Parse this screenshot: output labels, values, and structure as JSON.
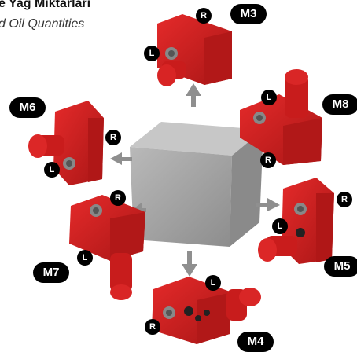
{
  "header": {
    "title": "e Yağ Miktarları",
    "subtitle": "d Oil Quantities"
  },
  "positions": [
    {
      "id": "M3",
      "label": "M3"
    },
    {
      "id": "M8",
      "label": "M8"
    },
    {
      "id": "M6",
      "label": "M6"
    },
    {
      "id": "M5",
      "label": "M5"
    },
    {
      "id": "M7",
      "label": "M7"
    },
    {
      "id": "M4",
      "label": "M4"
    }
  ],
  "markers": {
    "right": "R",
    "left": "L"
  },
  "colors": {
    "gearbox_red": "#d42020",
    "gearbox_dark": "#9e1414",
    "cube_gray": "#a8a8a8",
    "arrow_gray": "#8f8f8f",
    "label_bg": "#000000"
  }
}
